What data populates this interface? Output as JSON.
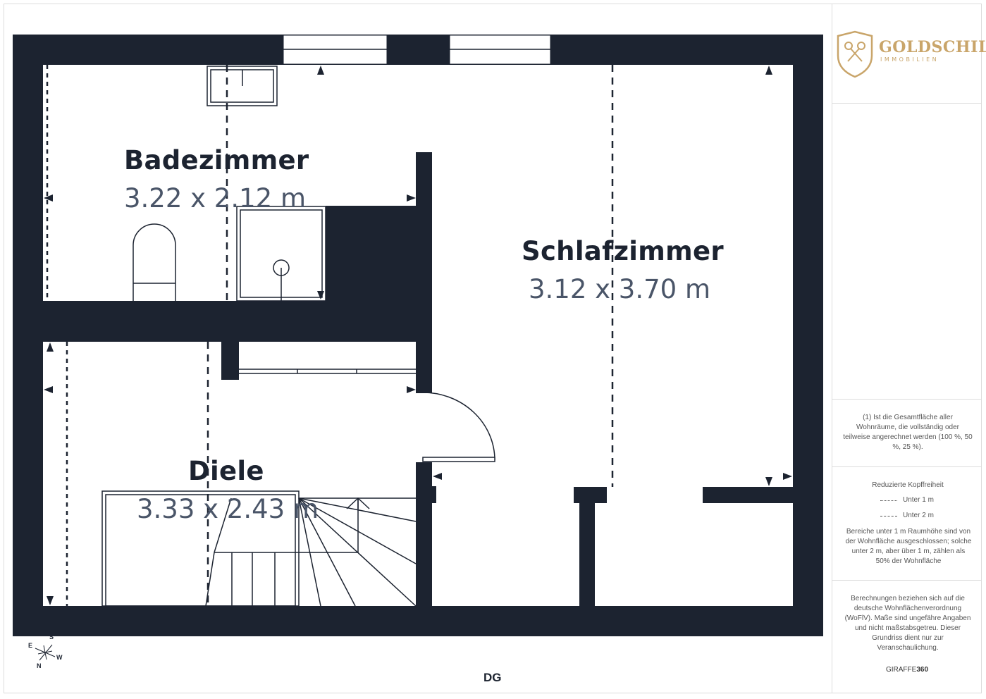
{
  "floor_label": "DG",
  "rooms": [
    {
      "name": "Badezimmer",
      "dimensions": "3.22 x 2.12 m"
    },
    {
      "name": "Schlafzimmer",
      "dimensions": "3.12 x 3.70 m"
    },
    {
      "name": "Diele",
      "dimensions": "3.33 x 2.43 m"
    }
  ],
  "compass": {
    "s": "S",
    "e": "E",
    "w": "W",
    "n": "N"
  },
  "logo": {
    "name": "GOLDSCHILD",
    "sub": "IMMOBILIEN",
    "color": "#c9a56a"
  },
  "notes": {
    "area_note": "(1) Ist die Gesamtfläche aller Wohnräume, die vollständig oder teilweise angerechnet werden (100 %, 50 %, 25 %).",
    "headroom_title": "Reduzierte Kopffreiheit",
    "legend_under_1": "Unter 1 m",
    "legend_under_2": "Unter 2 m",
    "headroom_text": "Bereiche unter 1 m Raumhöhe sind von der Wohnfläche ausgeschlossen; solche unter 2 m, aber über 1 m, zählen als 50% der Wohnfläche",
    "disclaimer": "Berechnungen beziehen sich auf die deutsche Wohnflächenverordnung (WoFlV). Maße sind ungefähre Angaben und nicht maßstabsgetreu. Dieser Grundriss dient nur zur Veranschaulichung.",
    "brand_prefix": "GIRAFFE",
    "brand_suffix": "360"
  },
  "colors": {
    "wall": "#1c2330",
    "dim_text": "#4a5568",
    "accent": "#c9a56a"
  }
}
